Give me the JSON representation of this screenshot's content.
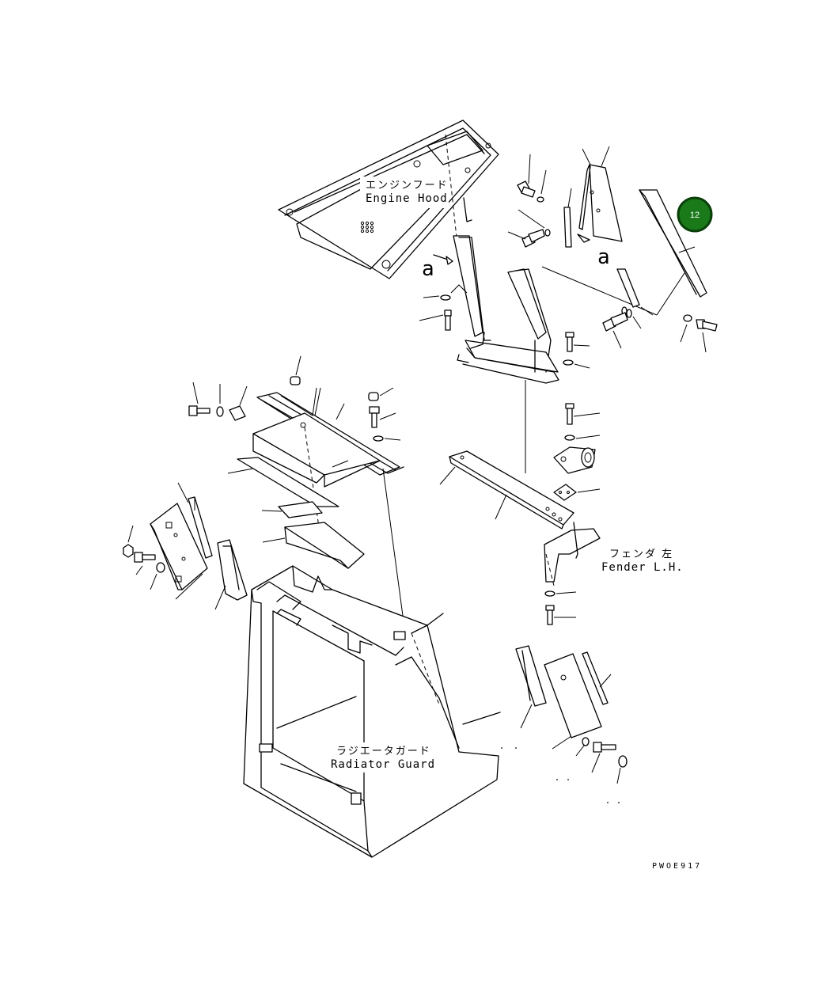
{
  "labels": {
    "engine_hood_jp": "エンジンフード",
    "engine_hood_en": "Engine Hood",
    "fender_jp": "フェンダ 左",
    "fender_en": "Fender L.H.",
    "radiator_guard_jp": "ラジエータガード",
    "radiator_guard_en": "Radiator Guard",
    "view_mark_left": "a",
    "view_mark_right": "a",
    "drawing_code": "PWOE917"
  },
  "callout": {
    "number": "12",
    "color": "#1a7a1a",
    "ring_color": "#0a3f0a"
  }
}
